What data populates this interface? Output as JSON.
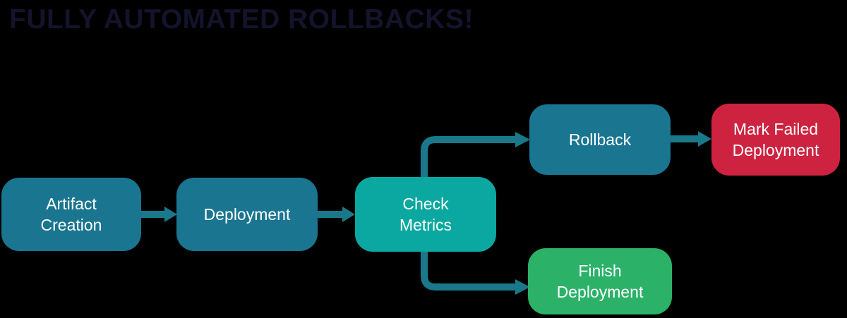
{
  "title": "FULLY AUTOMATED ROLLBACKS!",
  "colors": {
    "background": "#000000",
    "title_text": "#13132b",
    "label_text": "#ffffff",
    "connector": "#19798b",
    "teal": "#1a7591",
    "turquoise": "#0aa8a0",
    "green": "#2bb268",
    "red": "#cd2341"
  },
  "diagram": {
    "type": "flowchart",
    "nodes": [
      {
        "id": "artifact-creation",
        "label": "Artifact\nCreation",
        "color": "teal"
      },
      {
        "id": "deployment",
        "label": "Deployment",
        "color": "teal"
      },
      {
        "id": "check-metrics",
        "label": "Check\nMetrics",
        "color": "turquoise"
      },
      {
        "id": "rollback",
        "label": "Rollback",
        "color": "teal"
      },
      {
        "id": "mark-failed-deployment",
        "label": "Mark Failed\nDeployment",
        "color": "red"
      },
      {
        "id": "finish-deployment",
        "label": "Finish\nDeployment",
        "color": "green"
      }
    ],
    "edges": [
      {
        "from": "artifact-creation",
        "to": "deployment"
      },
      {
        "from": "deployment",
        "to": "check-metrics"
      },
      {
        "from": "check-metrics",
        "to": "rollback"
      },
      {
        "from": "rollback",
        "to": "mark-failed-deployment"
      },
      {
        "from": "check-metrics",
        "to": "finish-deployment"
      }
    ]
  }
}
